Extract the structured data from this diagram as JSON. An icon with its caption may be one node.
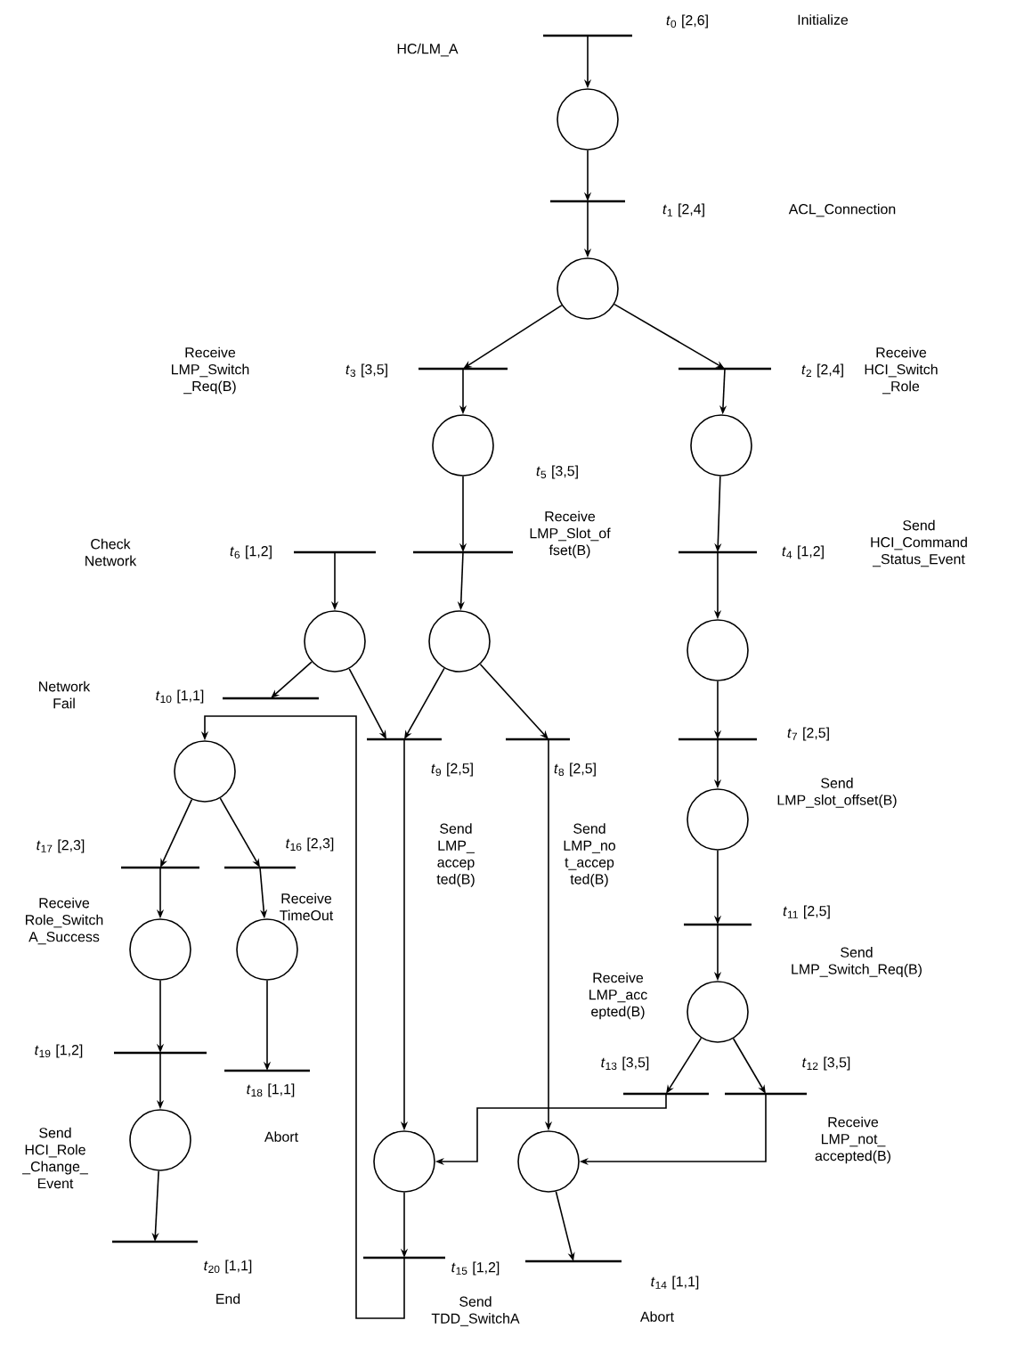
{
  "diagram": {
    "nodes": [
      {
        "text": [],
        "shape": "bar",
        "beside": [
          "*t*$_{0}$ [2,6]"
        ]
      },
      {
        "text": [],
        "shape": "circle"
      },
      {
        "text": [],
        "shape": "bar",
        "beside": [
          "*t*$_{1}$ [2,4]"
        ]
      },
      {
        "text": [],
        "shape": "circle"
      },
      {
        "text": [],
        "shape": "bar",
        "beside": [
          "*t*$_{3}$ [3,5]"
        ]
      },
      {
        "text": [],
        "shape": "bar",
        "beside": [
          "*t*$_{2}$ [2,4]",
          "Receive HCI_Switch _Role"
        ]
      },
      {
        "text": [],
        "shape": "circle"
      },
      {
        "text": [],
        "shape": "circle"
      },
      {
        "text": [],
        "shape": "bar",
        "beside": [
          "*t*$_{6}$ [1,2]"
        ]
      },
      {
        "text": [],
        "shape": "bar",
        "beside": [
          "*t*$_{5}$ [3,5]",
          "Receive LMP_Slot_of fset(B)"
        ]
      },
      {
        "text": [],
        "shape": "bar",
        "beside": [
          "*t*$_{4}$ [1,2]",
          "Send HCI_Command _Status_Event"
        ]
      },
      {
        "text": [],
        "shape": "circle"
      },
      {
        "text": [],
        "shape": "circle"
      },
      {
        "text": [],
        "shape": "circle"
      },
      {
        "text": [],
        "shape": "bar",
        "beside": [
          "*t*$_{10}$ [1,1]"
        ]
      },
      {
        "text": [],
        "shape": "bar",
        "beside": [
          "*t*$_{9}$ [2,5]",
          "Send LMP_ accep ted(B)"
        ]
      },
      {
        "text": [],
        "shape": "bar",
        "beside": [
          "*t*$_{8}$ [2,5]",
          "Send LMP_no t_accep ted(B)"
        ]
      },
      {
        "text": [],
        "shape": "bar",
        "beside": [
          "*t*$_{7}$ [2,5]",
          "Send LMP_slot_offset(B)"
        ]
      },
      {
        "text": [],
        "shape": "circle"
      },
      {
        "text": [],
        "shape": "circle"
      },
      {
        "text": [],
        "shape": "bar",
        "beside": [
          "*t*$_{17}$ [2,3]",
          "Receive Role_Switch A_Success"
        ]
      },
      {
        "text": [],
        "shape": "bar",
        "beside": [
          "*t*$_{16}$ [2,3]"
        ]
      },
      {
        "text": [],
        "shape": "bar",
        "beside": [
          "*t*$_{11}$ [2,5]",
          "Send LMP_Switch_Req(B)"
        ]
      },
      {
        "text": [],
        "shape": "circle"
      },
      {
        "text": [],
        "shape": "circle"
      },
      {
        "text": [],
        "shape": "circle"
      },
      {
        "text": [],
        "shape": "bar",
        "beside": [
          "*t*$_{19}$ [1,2]"
        ]
      },
      {
        "text": [],
        "shape": "bar",
        "beside": [
          "*t*$_{18}$ [1,1]",
          "Abort"
        ]
      },
      {
        "text": [],
        "shape": "bar",
        "beside": [
          "*t*$_{13}$ [3,5]",
          "Receive LMP_acc epted(B)"
        ]
      },
      {
        "text": [],
        "shape": "bar",
        "beside": [
          "*t*$_{12}$ [3,5]",
          "Receive LMP_not_ accepted(B)"
        ]
      },
      {
        "text": [],
        "shape": "circle"
      },
      {
        "text": [],
        "shape": "circle"
      },
      {
        "text": [],
        "shape": "circle"
      },
      {
        "text": [],
        "shape": "bar",
        "beside": [
          "*t*$_{20}$ [1,1]",
          "End"
        ]
      },
      {
        "text": [],
        "shape": "bar",
        "beside": [
          "*t*$_{15}$ [1,2]",
          "Send TDD_SwitchA"
        ]
      },
      {
        "text": [],
        "shape": "bar",
        "beside": [
          "*t*$_{14}$ [1,1]",
          "Abort"
        ]
      }
    ],
    "edges": [
      {
        "from": 0,
        "to": 1,
        "arrow": "to"
      },
      {
        "from": 1,
        "to": 2,
        "arrow": "to"
      },
      {
        "from": 2,
        "to": 3,
        "arrow": "to"
      },
      {
        "from": 3,
        "to": 4,
        "arrow": "to"
      },
      {
        "from": 3,
        "to": 5,
        "arrow": "to"
      },
      {
        "from": 4,
        "to": 6,
        "arrow": "to"
      },
      {
        "from": 5,
        "to": 7,
        "arrow": "to"
      },
      {
        "from": 6,
        "to": 9,
        "arrow": "to"
      },
      {
        "from": 7,
        "to": 10,
        "arrow": "to"
      },
      {
        "from": 8,
        "to": 11,
        "arrow": "to"
      },
      {
        "from": 9,
        "to": 12,
        "arrow": "to"
      },
      {
        "from": 10,
        "to": 13,
        "arrow": "to"
      },
      {
        "from": 11,
        "to": 14,
        "arrow": "to"
      },
      {
        "from": 11,
        "to": 15,
        "arrow": "to"
      },
      {
        "from": 12,
        "to": 15,
        "arrow": "to"
      },
      {
        "from": 12,
        "to": 16,
        "arrow": "to"
      },
      {
        "from": 13,
        "to": 17,
        "arrow": "to"
      },
      {
        "from": 17,
        "to": 19,
        "arrow": "to"
      },
      {
        "from": 19,
        "to": 22,
        "arrow": "to"
      },
      {
        "from": 22,
        "to": 25,
        "arrow": "to"
      },
      {
        "from": 25,
        "to": 28,
        "arrow": "to"
      },
      {
        "from": 25,
        "to": 29,
        "arrow": "to"
      },
      {
        "from": 34,
        "to": 18,
        "arrow": "to"
      },
      {
        "from": 18,
        "to": 20,
        "arrow": "to"
      },
      {
        "from": 18,
        "to": 21,
        "arrow": "to"
      },
      {
        "from": 20,
        "to": 23,
        "arrow": "to"
      },
      {
        "from": 21,
        "to": 24,
        "arrow": "to"
      },
      {
        "from": 23,
        "to": 26,
        "arrow": "to"
      },
      {
        "from": 24,
        "to": 27,
        "arrow": "to"
      },
      {
        "from": 26,
        "to": 30,
        "arrow": "to"
      },
      {
        "from": 30,
        "to": 33,
        "arrow": "to"
      },
      {
        "from": 15,
        "to": 31,
        "arrow": "to"
      },
      {
        "from": 16,
        "to": 32,
        "arrow": "to"
      },
      {
        "from": 28,
        "to": 31,
        "arrow": "to"
      },
      {
        "from": 29,
        "to": 32,
        "arrow": "to"
      },
      {
        "from": 31,
        "to": 34,
        "arrow": "to"
      },
      {
        "from": 32,
        "to": 35,
        "arrow": "to"
      }
    ],
    "labels": [
      "Initialize",
      "HC/LM_A",
      "ACL_Connection",
      "Receive LMP_Switch _Req(B)",
      "Check Network",
      "Network Fail",
      "Receive TimeOut",
      "Send HCI_Role _Change_ Event"
    ]
  }
}
